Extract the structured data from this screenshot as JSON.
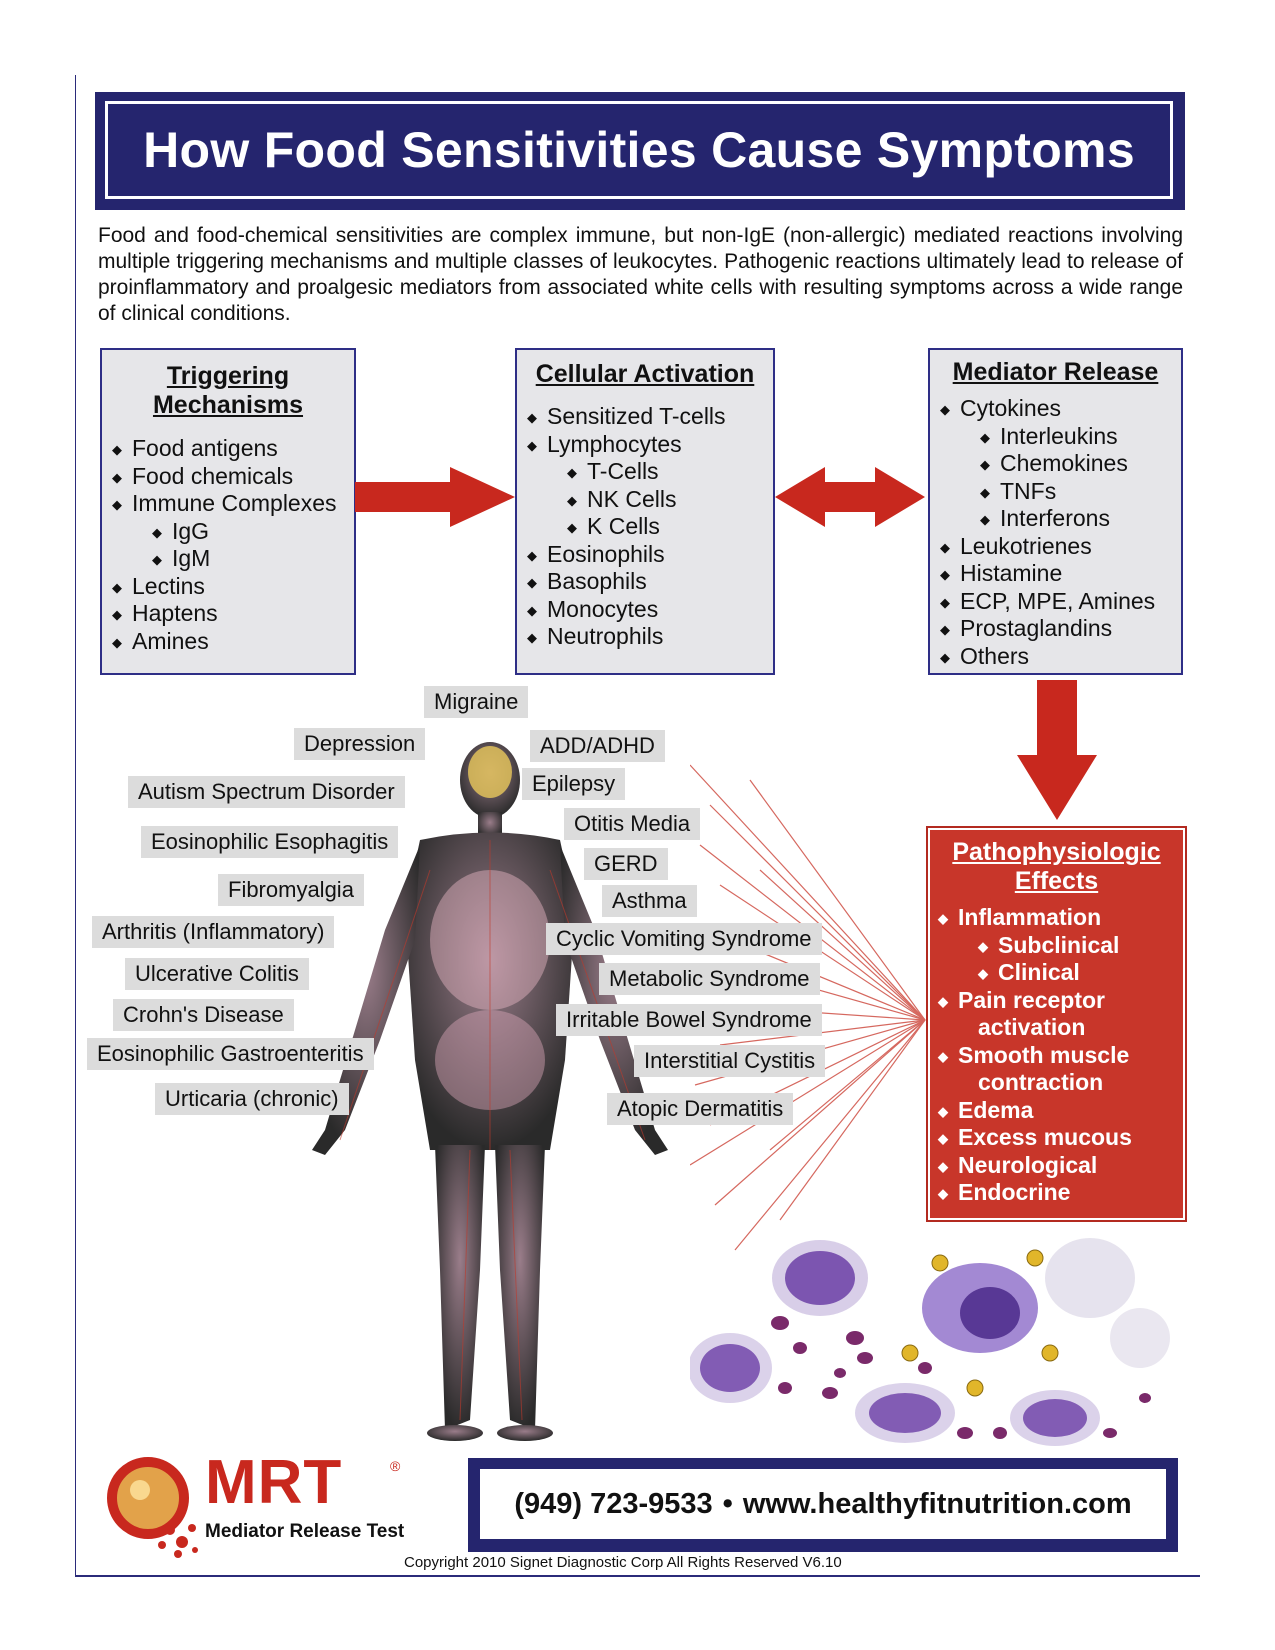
{
  "title": "How Food Sensitivities Cause Symptoms",
  "intro": "Food and food-chemical sensitivities are complex immune, but non-IgE (non-allergic) mediated reactions involving multiple triggering mechanisms and multiple classes of leukocytes.  Pathogenic reactions ultimately lead to release of proinflammatory and proalgesic mediators from associated white cells with resulting symptoms across a wide range of clinical conditions.",
  "triggering": {
    "heading_line1": "Triggering",
    "heading_line2": "Mechanisms",
    "items": [
      "Food antigens",
      "Food chemicals",
      "Immune Complexes",
      "IgG",
      "IgM",
      "Lectins",
      "Haptens",
      "Amines"
    ]
  },
  "cellular": {
    "heading": "Cellular Activation",
    "items": [
      "Sensitized T-cells",
      "Lymphocytes",
      "T-Cells",
      "NK Cells",
      "K Cells",
      "Eosinophils",
      "Basophils",
      "Monocytes",
      "Neutrophils"
    ]
  },
  "mediator": {
    "heading": "Mediator Release",
    "items": [
      "Cytokines",
      "Interleukins",
      "Chemokines",
      "TNFs",
      "Interferons",
      "Leukotrienes",
      "Histamine",
      "ECP, MPE, Amines",
      "Prostaglandins",
      "Others"
    ]
  },
  "patho": {
    "heading_line1": "Pathophysiologic",
    "heading_line2": "Effects",
    "items": [
      "Inflammation",
      "Subclinical",
      "Clinical",
      "Pain receptor",
      "activation",
      "Smooth muscle",
      "contraction",
      "Edema",
      "Excess mucous",
      "Neurological",
      "Endocrine"
    ]
  },
  "conditions_left": [
    "Depression",
    "Autism Spectrum Disorder",
    "Eosinophilic Esophagitis",
    "Fibromyalgia",
    "Arthritis (Inflammatory)",
    "Ulcerative Colitis",
    "Crohn's Disease",
    "Eosinophilic Gastroenteritis",
    "Urticaria (chronic)"
  ],
  "conditions_top": "Migraine",
  "conditions_right": [
    "ADD/ADHD",
    "Epilepsy",
    "Otitis Media",
    "GERD",
    "Asthma",
    "Cyclic Vomiting Syndrome",
    "Metabolic Syndrome",
    "Irritable Bowel Syndrome",
    "Interstitial Cystitis",
    "Atopic Dermatitis"
  ],
  "footer": {
    "phone": "(949) 723-9533",
    "separator": "•",
    "website": "www.healthyfitnutrition.com",
    "copyright": "Copyright 2010 Signet Diagnostic Corp All Rights Reserved V6.10"
  },
  "logo": {
    "name": "MRT",
    "registered": "®",
    "tagline": "Mediator Release Test"
  },
  "colors": {
    "navy": "#25256e",
    "red": "#c8362a",
    "box_gray": "#e6e6e9",
    "label_gray": "#dcdcdc"
  }
}
